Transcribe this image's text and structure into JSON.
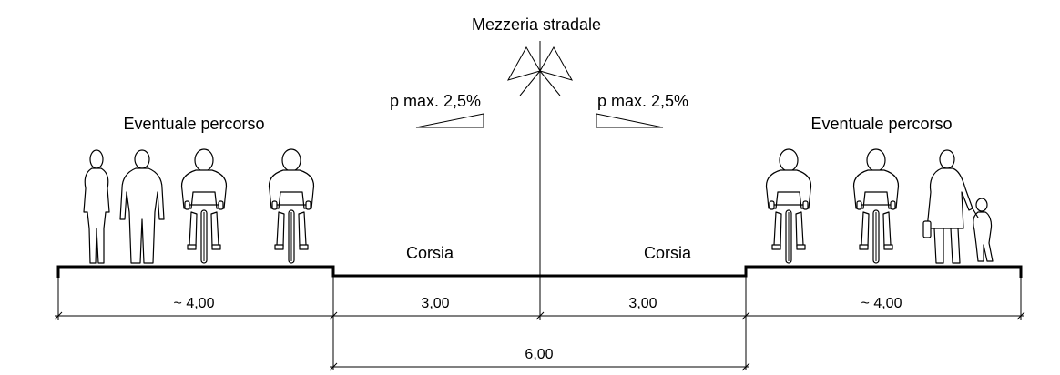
{
  "title": "Mezzeria stradale",
  "slopes": {
    "left": "p max. 2,5%",
    "right": "p max. 2,5%"
  },
  "side_paths": {
    "left": "Eventuale percorso",
    "right": "Eventuale percorso"
  },
  "lanes": {
    "left": "Corsia",
    "right": "Corsia"
  },
  "dimensions": {
    "left_side": "~ 4,00",
    "left_lane": "3,00",
    "right_lane": "3,00",
    "right_side": "~ 4,00",
    "carriageway_total": "6,00"
  },
  "figures": {
    "left": [
      "pedestrian-woman",
      "pedestrian-man",
      "cyclist",
      "cyclist"
    ],
    "right": [
      "cyclist",
      "cyclist",
      "woman-with-child"
    ]
  }
}
